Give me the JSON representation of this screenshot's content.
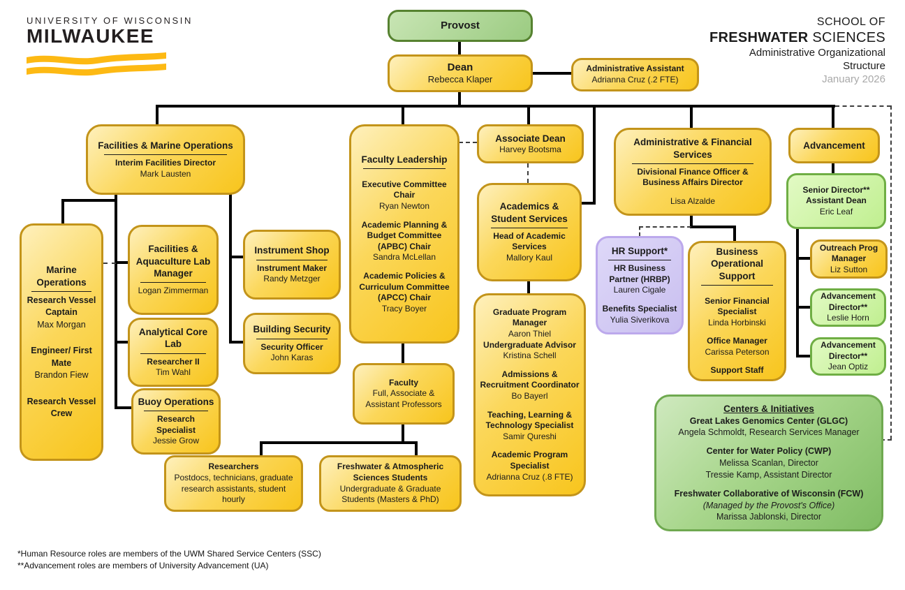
{
  "header": {
    "logo": {
      "line1": "UNIVERSITY OF WISCONSIN",
      "line2": "MILWAUKEE"
    },
    "school_label": "SCHOOL OF",
    "school_name_bold": "FRESHWATER",
    "school_name_rest": " SCIENCES",
    "subtitle1": "Administrative Organizational",
    "subtitle2": "Structure",
    "date": "January 2026"
  },
  "footnotes": [
    "*Human Resource roles are members of the UWM Shared Service Centers (SSC)",
    "**Advancement roles are members of University Advancement (UA)"
  ],
  "colors": {
    "gold_fill": "#F8C51D",
    "gold_border": "#C3941A",
    "provost_fill": "#9BCB81",
    "provost_border": "#568230",
    "green_light_fill": "#C0EF90",
    "green_light_border": "#6FAE44",
    "purple_fill": "#C9BFF0",
    "purple_border": "#BCA9EC",
    "centers_fill": "#7FBC63",
    "centers_border": "#6FA950",
    "logo_gold": "#FDB913",
    "connector": "#000000"
  },
  "nodes": {
    "provost": {
      "lines": [
        {
          "t": "Provost",
          "s": "title"
        }
      ]
    },
    "dean": {
      "lines": [
        {
          "t": "Dean",
          "s": "title"
        },
        {
          "t": "Rebecca Klaper",
          "s": "normal"
        }
      ]
    },
    "admin_assistant": {
      "lines": [
        {
          "t": "Administrative Assistant",
          "s": "bold"
        },
        {
          "t": "Adrianna Cruz (.2 FTE)",
          "s": "normal"
        }
      ]
    },
    "facilities_marine": {
      "lines": [
        {
          "t": "Facilities & Marine Operations",
          "s": "title"
        },
        {
          "s": "divider"
        },
        {
          "t": "Interim Facilities Director",
          "s": "bold"
        },
        {
          "t": "Mark Lausten",
          "s": "normal"
        }
      ]
    },
    "marine_ops": {
      "lines": [
        {
          "t": "Marine Operations",
          "s": "title"
        },
        {
          "s": "divider"
        },
        {
          "t": "Research Vessel Captain",
          "s": "bold"
        },
        {
          "t": "Max Morgan",
          "s": "normal"
        },
        {
          "s": "spacer"
        },
        {
          "t": "Engineer/ First Mate",
          "s": "bold"
        },
        {
          "t": "Brandon Fiew",
          "s": "normal"
        },
        {
          "s": "spacer"
        },
        {
          "t": "Research Vessel Crew",
          "s": "bold"
        }
      ]
    },
    "fac_aqua": {
      "lines": [
        {
          "t": "Facilities & Aquaculture Lab Manager",
          "s": "title"
        },
        {
          "s": "divider"
        },
        {
          "t": "Logan Zimmerman",
          "s": "normal"
        }
      ]
    },
    "analytical": {
      "lines": [
        {
          "t": "Analytical Core Lab",
          "s": "title"
        },
        {
          "s": "divider"
        },
        {
          "t": "Researcher II",
          "s": "bold"
        },
        {
          "t": "Tim Wahl",
          "s": "normal"
        }
      ]
    },
    "buoy": {
      "lines": [
        {
          "t": "Buoy Operations",
          "s": "title"
        },
        {
          "s": "divider"
        },
        {
          "t": "Research Specialist",
          "s": "bold"
        },
        {
          "t": "Jessie Grow",
          "s": "normal"
        }
      ]
    },
    "instrument_shop": {
      "lines": [
        {
          "t": "Instrument Shop",
          "s": "title"
        },
        {
          "s": "divider"
        },
        {
          "t": "Instrument Maker",
          "s": "bold"
        },
        {
          "t": "Randy Metzger",
          "s": "normal"
        }
      ]
    },
    "building_security": {
      "lines": [
        {
          "t": "Building Security",
          "s": "title"
        },
        {
          "s": "divider"
        },
        {
          "t": "Security Officer",
          "s": "bold"
        },
        {
          "t": "John Karas",
          "s": "normal"
        }
      ]
    },
    "faculty_leadership": {
      "lines": [
        {
          "t": "Faculty Leadership",
          "s": "title"
        },
        {
          "s": "divider"
        },
        {
          "s": "spacer"
        },
        {
          "t": "Executive Committee Chair",
          "s": "bold"
        },
        {
          "t": "Ryan Newton",
          "s": "normal"
        },
        {
          "s": "spacer"
        },
        {
          "t": "Academic Planning & Budget Committee (APBC) Chair",
          "s": "bold"
        },
        {
          "t": "Sandra McLellan",
          "s": "normal"
        },
        {
          "s": "spacer"
        },
        {
          "t": "Academic Policies & Curriculum Committee (APCC) Chair",
          "s": "bold"
        },
        {
          "t": "Tracy Boyer",
          "s": "normal"
        }
      ]
    },
    "faculty": {
      "lines": [
        {
          "t": "Faculty",
          "s": "bold"
        },
        {
          "t": "Full, Associate & Assistant Professors",
          "s": "normal"
        }
      ]
    },
    "researchers": {
      "lines": [
        {
          "t": "Researchers",
          "s": "bold"
        },
        {
          "t": "Postdocs, technicians, graduate research assistants, student hourly",
          "s": "normal"
        }
      ]
    },
    "students": {
      "lines": [
        {
          "t": "Freshwater & Atmospheric Sciences Students",
          "s": "bold"
        },
        {
          "t": "Undergraduate & Graduate Students (Masters & PhD)",
          "s": "normal"
        }
      ]
    },
    "associate_dean": {
      "lines": [
        {
          "t": "Associate Dean",
          "s": "title"
        },
        {
          "t": "Harvey Bootsma",
          "s": "normal"
        }
      ]
    },
    "academics": {
      "lines": [
        {
          "t": "Academics & Student Services",
          "s": "title"
        },
        {
          "s": "divider"
        },
        {
          "t": "Head of Academic Services",
          "s": "bold"
        },
        {
          "t": "Mallory Kaul",
          "s": "normal"
        }
      ]
    },
    "academics_staff": {
      "lines": [
        {
          "t": "Graduate Program Manager",
          "s": "bold"
        },
        {
          "t": "Aaron Thiel",
          "s": "normal"
        },
        {
          "t": "Undergraduate Advisor",
          "s": "bold"
        },
        {
          "t": "Kristina Schell",
          "s": "normal"
        },
        {
          "s": "spacer"
        },
        {
          "t": "Admissions & Recruitment Coordinator",
          "s": "bold"
        },
        {
          "t": "Bo Bayerl",
          "s": "normal"
        },
        {
          "s": "spacer"
        },
        {
          "t": "Teaching, Learning & Technology Specialist",
          "s": "bold"
        },
        {
          "t": "Samir Qureshi",
          "s": "normal"
        },
        {
          "s": "spacer"
        },
        {
          "t": "Academic Program Specialist",
          "s": "bold"
        },
        {
          "t": "Adrianna Cruz (.8 FTE)",
          "s": "normal"
        }
      ]
    },
    "afs": {
      "lines": [
        {
          "t": "Administrative & Financial Services",
          "s": "title"
        },
        {
          "s": "divider"
        },
        {
          "t": "Divisional Finance Officer & Business Affairs Director",
          "s": "bold"
        },
        {
          "s": "spacer"
        },
        {
          "t": "Lisa Alzalde",
          "s": "normal"
        }
      ]
    },
    "hr_support": {
      "lines": [
        {
          "t": "HR Support*",
          "s": "title"
        },
        {
          "s": "divider"
        },
        {
          "t": "HR Business Partner (HRBP)",
          "s": "bold"
        },
        {
          "t": "Lauren Cigale",
          "s": "normal"
        },
        {
          "s": "spacer"
        },
        {
          "t": "Benefits Specialist",
          "s": "bold"
        },
        {
          "t": "Yulia Siverikova",
          "s": "normal"
        }
      ]
    },
    "biz_support": {
      "lines": [
        {
          "t": "Business Operational Support",
          "s": "title"
        },
        {
          "s": "divider"
        },
        {
          "s": "spacer"
        },
        {
          "t": "Senior Financial Specialist",
          "s": "bold"
        },
        {
          "t": "Linda Horbinski",
          "s": "normal"
        },
        {
          "s": "spacer"
        },
        {
          "t": "Office Manager",
          "s": "bold"
        },
        {
          "t": "Carissa Peterson",
          "s": "normal"
        },
        {
          "s": "spacer"
        },
        {
          "t": "Support Staff",
          "s": "bold"
        }
      ]
    },
    "advancement": {
      "lines": [
        {
          "t": "Advancement",
          "s": "title"
        }
      ]
    },
    "senior_director": {
      "lines": [
        {
          "t": "Senior Director**",
          "s": "bold"
        },
        {
          "t": "Assistant Dean",
          "s": "bold"
        },
        {
          "t": "Eric Leaf",
          "s": "normal"
        }
      ]
    },
    "outreach": {
      "lines": [
        {
          "t": "Outreach Prog Manager",
          "s": "bold"
        },
        {
          "t": "Liz Sutton",
          "s": "normal"
        }
      ]
    },
    "adv_dir1": {
      "lines": [
        {
          "t": "Advancement Director**",
          "s": "bold"
        },
        {
          "t": "Leslie Horn",
          "s": "normal"
        }
      ]
    },
    "adv_dir2": {
      "lines": [
        {
          "t": "Advancement Director**",
          "s": "bold"
        },
        {
          "t": "Jean Optiz",
          "s": "normal"
        }
      ]
    },
    "centers": {
      "lines": [
        {
          "t": "Centers & Initiatives",
          "s": "titleu"
        },
        {
          "t": "Great Lakes Genomics Center (GLGC)",
          "s": "bold"
        },
        {
          "t": "Angela Schmoldt, Research Services Manager",
          "s": "normal"
        },
        {
          "s": "spacer"
        },
        {
          "t": "Center for Water Policy (CWP)",
          "s": "bold"
        },
        {
          "t": "Melissa Scanlan, Director",
          "s": "normal"
        },
        {
          "t": "Tressie Kamp, Assistant Director",
          "s": "normal"
        },
        {
          "s": "spacer"
        },
        {
          "t": "Freshwater Collaborative of Wisconsin (FCW)",
          "s": "bold"
        },
        {
          "t": "(Managed by the Provost's Office)",
          "s": "italic"
        },
        {
          "t": "Marissa Jablonski, Director",
          "s": "normal"
        }
      ]
    }
  }
}
